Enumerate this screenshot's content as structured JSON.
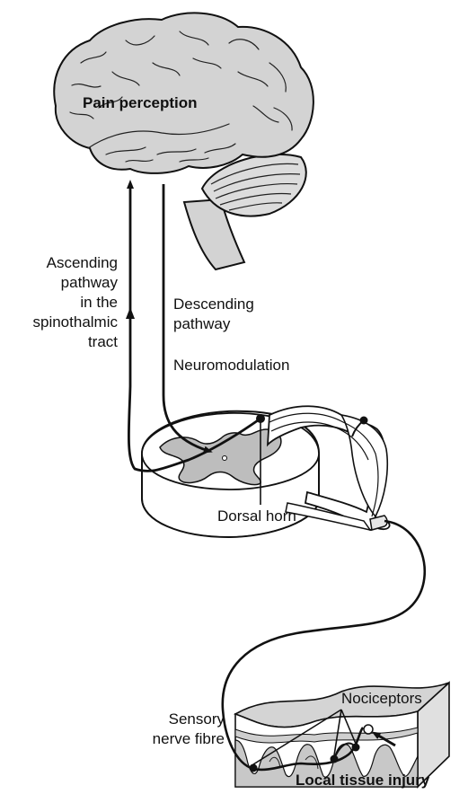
{
  "labels": {
    "pain_perception": "Pain perception",
    "ascending": [
      "Ascending",
      "pathway",
      "in the",
      "spinothalmic",
      "tract"
    ],
    "descending": [
      "Descending",
      "pathway"
    ],
    "neuromodulation": "Neuromodulation",
    "dorsal_horn": "Dorsal horn",
    "nociceptors": "Nociceptors",
    "sensory": [
      "Sensory",
      "nerve fibre"
    ],
    "local_injury": "Local tissue injury"
  },
  "colors": {
    "brain_fill": "#d3d3d3",
    "gray_matter": "#bdbdbd",
    "skin_fill": "#d0d0d0",
    "stroke": "#111111"
  }
}
